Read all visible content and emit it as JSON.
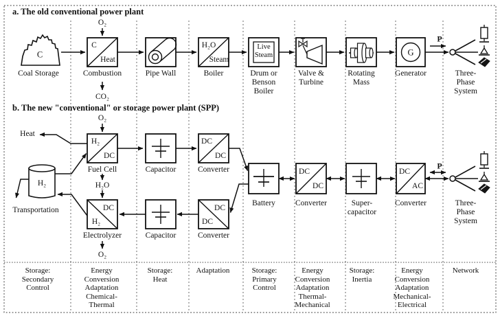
{
  "section_a": {
    "title": "a.  The old conventional power plant",
    "o2_in": "O₂",
    "coal_storage": {
      "symbol": "C",
      "label": "Coal Storage"
    },
    "combustion": {
      "top": "C",
      "bottom": "Heat",
      "label": "Combustion",
      "co2_out": "CO₂"
    },
    "pipe_wall": {
      "label": "Pipe Wall"
    },
    "boiler": {
      "top": "H₂O",
      "bottom": "Steam",
      "label": "Boiler"
    },
    "drum_boiler": {
      "inner": "Live\nSteam",
      "label": "Drum or\nBenson\nBoiler"
    },
    "valve_turbine": {
      "label": "Valve &\nTurbine"
    },
    "rotating_mass": {
      "label": "Rotating\nMass"
    },
    "generator": {
      "symbol": "G",
      "label": "Generator"
    },
    "power_flow": "P",
    "three_phase": {
      "label": "Three-Phase\nSystem"
    }
  },
  "section_b": {
    "title": "b.  The new \"conventional\" or storage power plant (SPP)",
    "heat_out": "Heat",
    "h2_tank": {
      "symbol": "H₂",
      "label": "Transportation"
    },
    "o2_in": "O₂",
    "fuel_cell": {
      "top": "H₂",
      "bottom": "DC",
      "label": "Fuel Cell"
    },
    "h2o": "H₂O",
    "capacitor_top": {
      "label": "Capacitor"
    },
    "converter_top": {
      "top": "DC",
      "bottom": "DC",
      "label": "Converter"
    },
    "electrolyzer": {
      "top": "DC",
      "bottom": "H₂",
      "label": "Electrolyzer",
      "o2_out": "O₂"
    },
    "capacitor_bottom": {
      "label": "Capacitor"
    },
    "converter_bottom": {
      "top": "DC",
      "bottom": "DC",
      "label": "Converter"
    },
    "battery": {
      "label": "Battery"
    },
    "converter_mid": {
      "top": "DC",
      "bottom": "DC",
      "label": "Converter"
    },
    "supercapacitor": {
      "label": "Super-\ncapacitor"
    },
    "converter_ac": {
      "top": "DC",
      "bottom": "AC",
      "label": "Converter"
    },
    "power_flow": "P",
    "three_phase": {
      "label": "Three-Phase\nSystem"
    }
  },
  "footer": {
    "labels": [
      "Storage:\nSecondary\nControl",
      "Energy\nConversion\nAdaptation\nChemical-\nThermal",
      "Storage:\nHeat",
      "Adaptation",
      "Storage:\nPrimary\nControl",
      "Energy\nConversion\nAdaptation\nThermal-\nMechanical",
      "Storage:\nInertia",
      "Energy\nConversion\nAdaptation\nMechanical-\nElectrical",
      "Network"
    ]
  },
  "colors": {
    "ink": "#111111",
    "background": "#ffffff"
  }
}
